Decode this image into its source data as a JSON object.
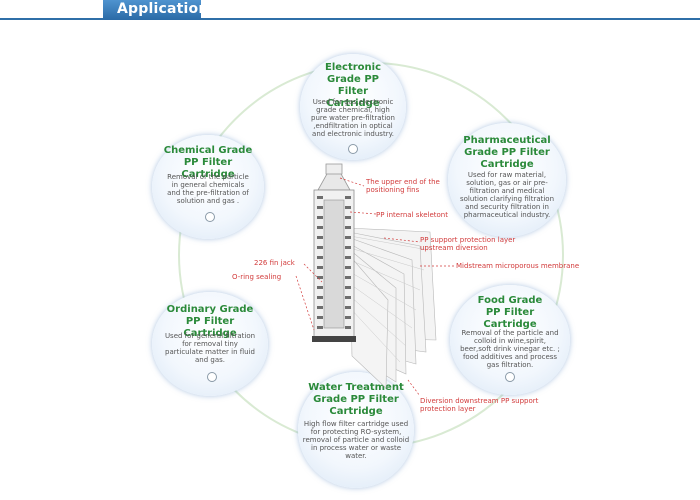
{
  "header": {
    "title": "Application"
  },
  "nodes": {
    "electronic": {
      "title": "Electronic Grade PP Filter Cartridge",
      "desc": "Used for gas,electronic grade chemical, high pure water pre-filtration ,endfiltration in optical and electronic industry."
    },
    "chemical": {
      "title": "Chemical Grade PP Filter Cartridge",
      "desc": "Removal of the particle in general chemicals and the pre-filtration of solution and gas ."
    },
    "pharmaceutical": {
      "title": "Pharmaceutical Grade PP Filter Cartridge",
      "desc": "Used for raw material, solution, gas or air pre-filtration and medical solution clarifying filtration and security filtration in pharmaceutical industry."
    },
    "ordinary": {
      "title": "Ordinary Grade PP Filter Cartridge",
      "desc": "Used for general filtration for removal tiny particulate matter in fluid and gas."
    },
    "food": {
      "title": "Food Grade PP Filter Cartridge",
      "desc": "Removal of the particle and colloid in wine,spirit, beer,soft drink vinegar etc. ; food additives and process gas filtration."
    },
    "water": {
      "title": "Water Treatment Grade PP Filter Cartridge",
      "desc": "High flow filter cartridge used for protecting RO-system, removal of particle and colloid in process water or waste water."
    }
  },
  "labels": {
    "upper_end": "The upper end of the positioning fins",
    "skeleton": "PP internal skeletont",
    "support_layer": "PP support protection layer upstream diversion",
    "membrane": "Midstream microporous membrane",
    "fin_jack": "226 fin jack",
    "oring": "O-ring sealing",
    "downstream": "Diversion downstream PP support protection layer"
  },
  "colors": {
    "title_green": "#2b8a3a",
    "label_red": "#d23b3b",
    "header_blue": "#2f6fa8",
    "ring": "#d9ead3"
  }
}
